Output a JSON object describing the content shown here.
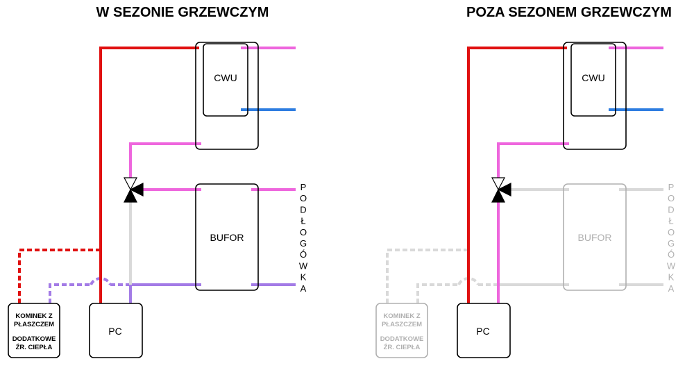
{
  "colors": {
    "hot": "#e01010",
    "hot_water": "#ee66dd",
    "cold_water": "#2e7de0",
    "return": "#a37be6",
    "inactive": "#d9d9d9",
    "inactive_text": "#b0b0b0",
    "box_stroke": "#000000",
    "text": "#000000"
  },
  "diagrams": [
    {
      "title": "W  SEZONIE  GRZEWCZYM",
      "cwu_label": "CWU",
      "bufor_label": "BUFOR",
      "pc_label": "PC",
      "kominek_line1": "KOMINEK Z",
      "kominek_line2": "PŁASZCZEM",
      "kominek_line3": "DODATKOWE",
      "kominek_line4": "ŹR. CIEPŁA",
      "floor_label": [
        "P",
        "O",
        "D",
        "Ł",
        "O",
        "G",
        "Ó",
        "W",
        "K",
        "A"
      ],
      "state": {
        "valve_lower_leg": "inactive",
        "pc_return": "return",
        "bufor_supply": "hot_water",
        "bufor_return": "return",
        "fireplace": "active",
        "bufor_active": true
      }
    },
    {
      "title": "POZA  SEZONEM  GRZEWCZYM",
      "cwu_label": "CWU",
      "bufor_label": "BUFOR",
      "pc_label": "PC",
      "kominek_line1": "KOMINEK Z",
      "kominek_line2": "PŁASZCZEM",
      "kominek_line3": "DODATKOWE",
      "kominek_line4": "ŹR. CIEPŁA",
      "floor_label": [
        "P",
        "O",
        "D",
        "Ł",
        "O",
        "G",
        "Ó",
        "W",
        "K",
        "A"
      ],
      "state": {
        "valve_lower_leg": "hot_water",
        "pc_return": "hot_water",
        "bufor_supply": "inactive",
        "bufor_return": "inactive",
        "fireplace": "inactive",
        "bufor_active": false
      }
    }
  ]
}
